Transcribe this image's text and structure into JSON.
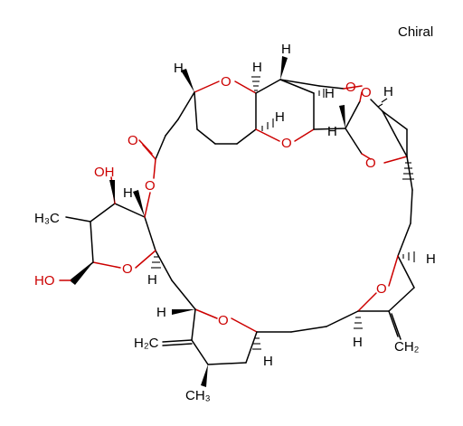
{
  "molecule": {
    "chirality_label": "Chiral",
    "labels": {
      "O": "O",
      "H": "H",
      "HO": "HO",
      "OH": "OH",
      "H3C": "H₃C",
      "CH3": "CH₃",
      "H2C": "H₂C",
      "CH2": "CH₂"
    }
  },
  "colors": {
    "bond": "#000000",
    "heteroatom": "#cc0000",
    "background": "#ffffff"
  }
}
